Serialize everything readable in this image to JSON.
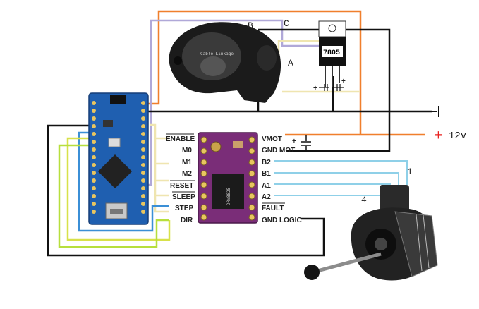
{
  "arduino": {
    "component": "arduino-nano"
  },
  "driver": {
    "left_pins": [
      "ENABLE",
      "M0",
      "M1",
      "M2",
      "RESET",
      "SLEEP",
      "STEP",
      "DIR"
    ],
    "right_pins": [
      "VMOT",
      "GND MOT",
      "B2",
      "B1",
      "A1",
      "A2",
      "FAULT",
      "GND LOGIC"
    ],
    "chip_text": "DRV8825"
  },
  "regulator": {
    "label": "7805"
  },
  "sensor": {
    "pins": [
      "A",
      "B",
      "C"
    ],
    "brand_text": "Cable Linkage"
  },
  "power": {
    "supply_label": "12v",
    "plus_symbol": "+",
    "cap_plus": "+"
  },
  "motor": {
    "coil_labels": [
      "1",
      "4"
    ]
  },
  "colors": {
    "orange": "#f07f2c",
    "lavender": "#b0a8d8",
    "cream": "#efe5b0",
    "black": "#111111",
    "lightblue": "#8fd0e8",
    "blue": "#3b8fd6",
    "yellow": "#d8e14a",
    "lime": "#b7df3d",
    "red": "#e8211f"
  }
}
